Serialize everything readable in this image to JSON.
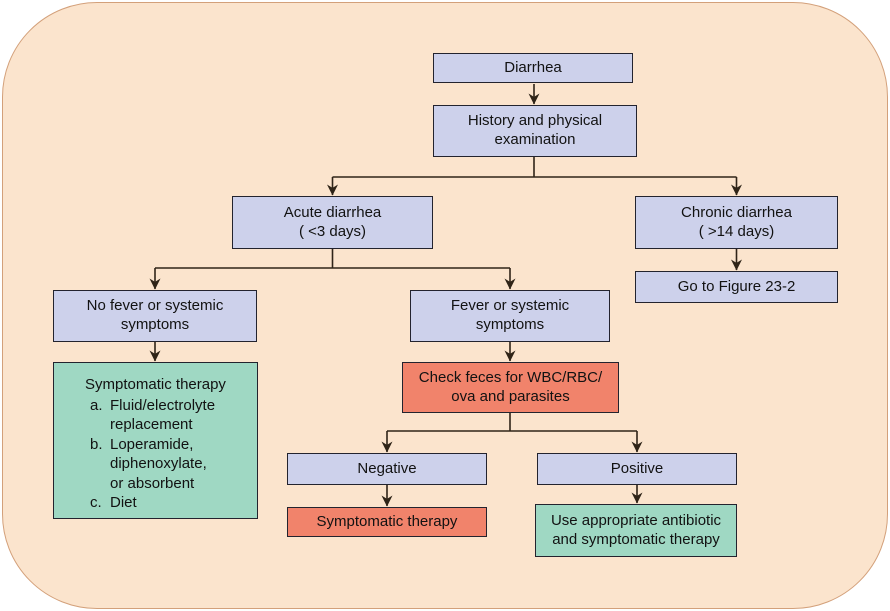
{
  "palette": {
    "background": "#fbe4cd",
    "frame_border": "#d3a07a",
    "blue": "#cdd1eb",
    "green": "#9fd8c3",
    "salmon": "#f1836b",
    "box_border": "#23232e",
    "line": "#2f2418",
    "text": "#121212"
  },
  "nodes": {
    "diarrhea": {
      "label": "Diarrhea"
    },
    "history": {
      "label": "History and physical\nexamination"
    },
    "acute": {
      "label": "Acute diarrhea\n( <3 days)"
    },
    "chronic": {
      "label": "Chronic diarrhea\n( >14 days)"
    },
    "goto_figure": {
      "label": "Go to Figure 23-2"
    },
    "no_fever": {
      "label": "No fever or systemic\nsymptoms"
    },
    "fever": {
      "label": "Fever or systemic\nsymptoms"
    },
    "check_feces": {
      "label": "Check feces for WBC/RBC/\nova and parasites"
    },
    "symptomatic_list": {
      "title": "Symptomatic therapy",
      "items": [
        {
          "label": "a.",
          "text": "Fluid/electrolyte\nreplacement"
        },
        {
          "label": "b.",
          "text": "Loperamide,\ndiphenoxylate,\nor absorbent"
        },
        {
          "label": "c.",
          "text": "Diet"
        }
      ]
    },
    "negative": {
      "label": "Negative"
    },
    "positive": {
      "label": "Positive"
    },
    "symptomatic_therapy": {
      "label": "Symptomatic therapy"
    },
    "use_antibiotic": {
      "label": "Use appropriate antibiotic\nand symptomatic therapy"
    }
  }
}
